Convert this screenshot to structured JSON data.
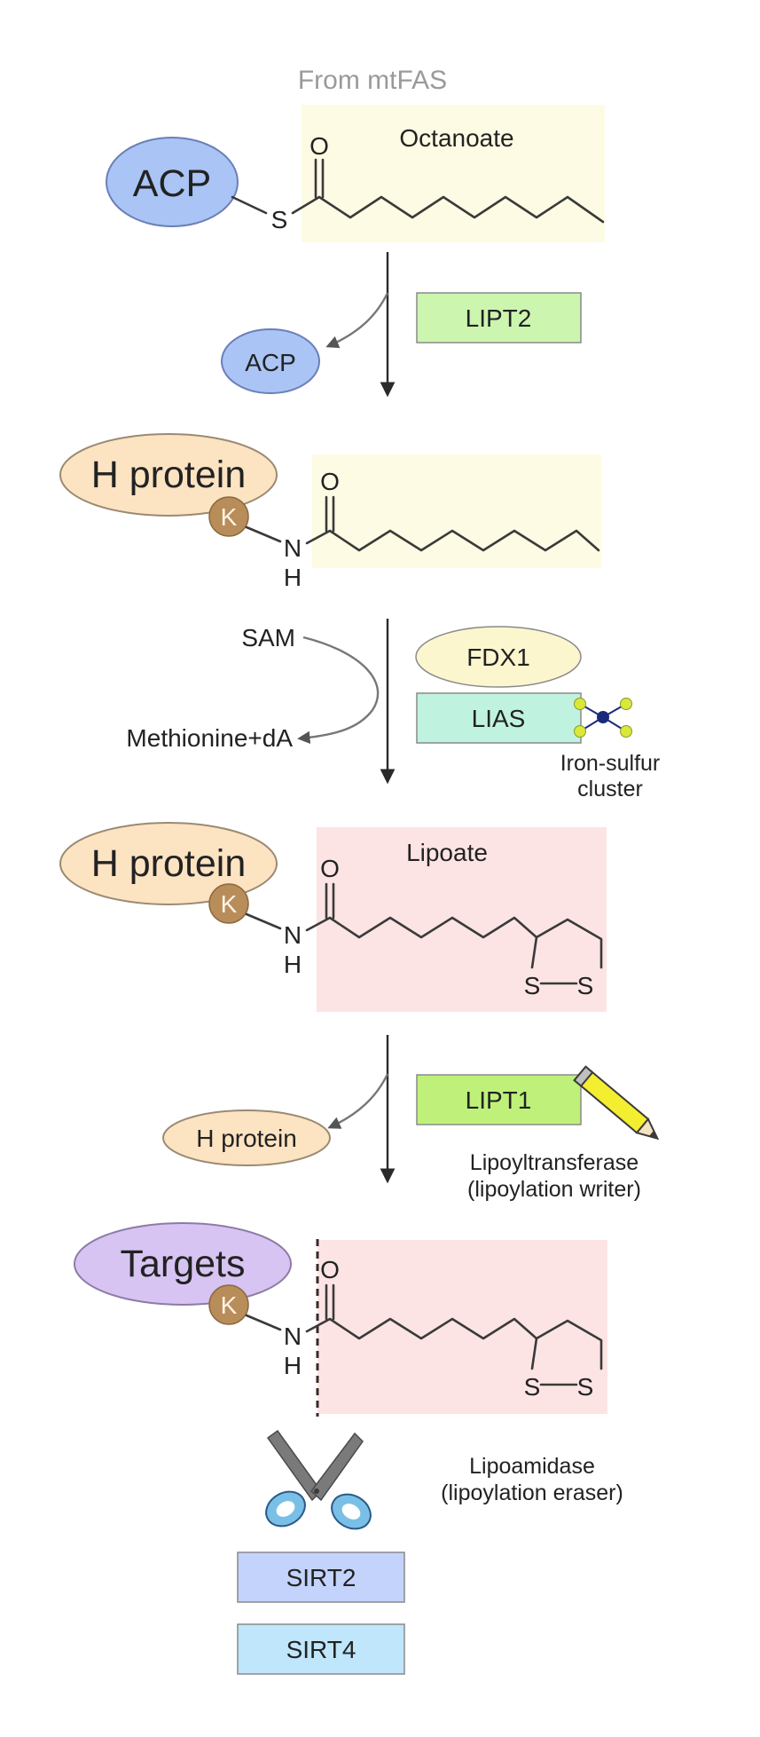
{
  "header": {
    "source_label": "From mtFAS"
  },
  "colors": {
    "acp_fill": "#a9c4f5",
    "acp_stroke": "#6b7fb7",
    "hprotein_fill": "#fce3c2",
    "hprotein_stroke": "#9b8a72",
    "lysine_fill": "#b88d5a",
    "targets_fill": "#d7c4f2",
    "octanoate_bg": "#fdfbe3",
    "lipoate_bg": "#fde4e4",
    "lipt2_fill": "#ccf5b0",
    "lipt1_fill": "#bff17a",
    "lias_fill": "#c0f3df",
    "fdx1_fill": "#fcf6cf",
    "sirt2_fill": "#c3d3fb",
    "sirt4_fill": "#bfe6fb",
    "fe_s_cluster_atom_s": "#d9e83a",
    "fe_s_cluster_atom_fe": "#1a2a7a"
  },
  "step1": {
    "acp_label": "ACP",
    "substrate_label": "Octanoate",
    "atoms": {
      "oxygen": "O",
      "sulfur": "S"
    }
  },
  "step2": {
    "enzyme": "LIPT2",
    "released": "ACP"
  },
  "step3": {
    "carrier": "H protein",
    "lysine": "K",
    "atoms": {
      "oxygen": "O",
      "nitrogen": "N",
      "hydrogen": "H"
    }
  },
  "step4": {
    "cofactor_in": "SAM",
    "cofactor_out": "Methionine+dA",
    "ferredoxin": "FDX1",
    "enzyme": "LIAS",
    "cluster_label_1": "Iron-sulfur",
    "cluster_label_2": "cluster",
    "icons": {
      "cluster": "iron-sulfur-cluster-icon"
    }
  },
  "step5": {
    "carrier": "H protein",
    "lysine": "K",
    "substrate_label": "Lipoate",
    "atoms": {
      "oxygen": "O",
      "nitrogen": "N",
      "hydrogen": "H",
      "s1": "S",
      "s2": "S"
    }
  },
  "step6": {
    "enzyme": "LIPT1",
    "released": "H protein",
    "role_line_1": "Lipoyltransferase",
    "role_line_2": "(lipoylation writer)",
    "icons": {
      "writer": "pencil-icon"
    }
  },
  "step7": {
    "carrier": "Targets",
    "lysine": "K",
    "atoms": {
      "oxygen": "O",
      "nitrogen": "N",
      "hydrogen": "H",
      "s1": "S",
      "s2": "S"
    }
  },
  "eraser": {
    "role_line_1": "Lipoamidase",
    "role_line_2": "(lipoylation eraser)",
    "icons": {
      "eraser": "scissors-icon"
    },
    "enzymes": [
      "SIRT2",
      "SIRT4"
    ]
  }
}
